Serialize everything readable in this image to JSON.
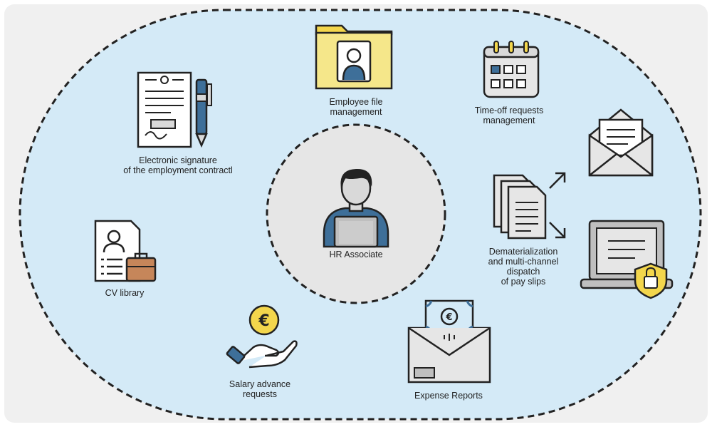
{
  "colors": {
    "panel": "#f0f0f0",
    "oval_fill": "#d4eaf7",
    "center_fill": "#e6e6e6",
    "outline": "#222222",
    "accent_blue": "#3e6f99",
    "accent_yellow": "#f3d64c",
    "folder_yellow": "#f5e78a"
  },
  "center": {
    "label": "HR Associate"
  },
  "nodes": [
    {
      "id": "employee-file",
      "label": "Employee file\nmanagement",
      "icon": "folder-person-icon"
    },
    {
      "id": "time-off",
      "label": "Time-off requests\nmanagement",
      "icon": "calendar-icon"
    },
    {
      "id": "e-signature",
      "label": "Electronic signature\nof the employment contractl",
      "icon": "contract-pen-icon"
    },
    {
      "id": "cv-library",
      "label": "CV library",
      "icon": "cv-briefcase-icon"
    },
    {
      "id": "salary-advance",
      "label": "Salary advance\nrequests",
      "icon": "hand-euro-icon"
    },
    {
      "id": "expense-reports",
      "label": "Expense Reports",
      "icon": "envelope-banknote-icon"
    },
    {
      "id": "pay-slips",
      "label": "Dematerialization\nand multi-channel\ndispatch\nof pay slips",
      "icon": "documents-stack-icon"
    }
  ],
  "dispatch_channels": [
    {
      "id": "email",
      "icon": "open-envelope-icon"
    },
    {
      "id": "secure-portal",
      "icon": "laptop-lock-icon"
    }
  ]
}
